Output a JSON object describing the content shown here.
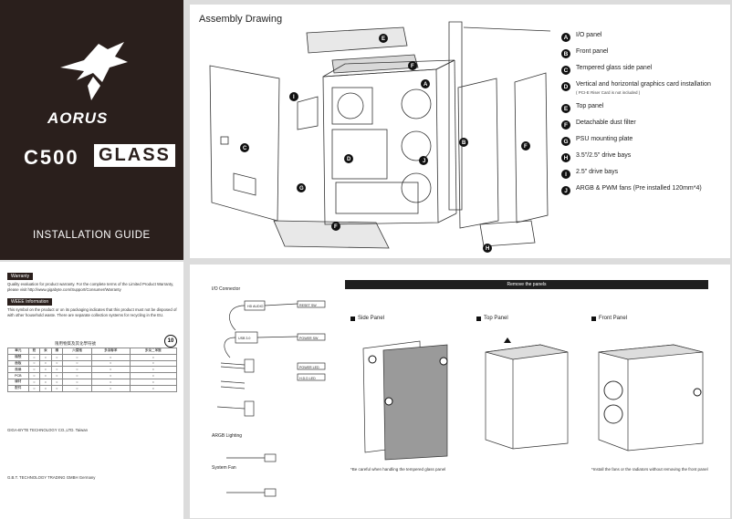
{
  "cover": {
    "brand": "AORUS",
    "model_prefix": "C500",
    "model_suffix": "GLASS",
    "subtitle": "INSTALLATION GUIDE"
  },
  "assembly": {
    "title": "Assembly Drawing",
    "legend": [
      {
        "key": "A",
        "text": "I/O panel",
        "note": ""
      },
      {
        "key": "B",
        "text": "Front panel",
        "note": ""
      },
      {
        "key": "C",
        "text": "Tempered glass side panel",
        "note": ""
      },
      {
        "key": "D",
        "text": "Vertical and horizontal graphics card installation",
        "note": "( PCI-E Riser Card is not included )"
      },
      {
        "key": "E",
        "text": "Top panel",
        "note": ""
      },
      {
        "key": "F",
        "text": "Detachable dust filter",
        "note": ""
      },
      {
        "key": "G",
        "text": "PSU mounting plate",
        "note": ""
      },
      {
        "key": "H",
        "text": "3.5\"/2.5\" drive bays",
        "note": ""
      },
      {
        "key": "I",
        "text": "2.5\" drive bays",
        "note": ""
      },
      {
        "key": "J",
        "text": "ARGB & PWM fans (Pre installed 120mm*4)",
        "note": ""
      }
    ]
  },
  "back": {
    "warranty_head": "Warranty",
    "warranty_text": "Quality evaluation for product warranty. For the complete terms of the Limited Product Warranty, please visit http://www.gigabyte.com/Support/Consumer/Warranty",
    "weee_head": "WEEE Information",
    "weee_text": "This symbol on the product or on its packaging indicates that this product must not be disposed of with other household waste. There are separate collection systems for recycling in the EU.",
    "table_title": "限用物質及其化學符號",
    "table_rows": [
      [
        "單元",
        "鉛",
        "汞",
        "鎘",
        "六價鉻",
        "多溴聯苯",
        "多溴二苯醚"
      ],
      [
        "機殼",
        "○",
        "○",
        "○",
        "○",
        "○",
        "○"
      ],
      [
        "面板",
        "○",
        "○",
        "○",
        "○",
        "○",
        "○"
      ],
      [
        "風扇",
        "○",
        "○",
        "○",
        "○",
        "○",
        "○"
      ],
      [
        "PCB",
        "○",
        "○",
        "○",
        "○",
        "○",
        "○"
      ],
      [
        "線材",
        "○",
        "○",
        "○",
        "○",
        "○",
        "○"
      ],
      [
        "配件",
        "○",
        "○",
        "○",
        "○",
        "○",
        "○"
      ]
    ],
    "badge_num": "10",
    "address_1": "GIGA-BYTE TECHNOLOGY CO.,LTD. Taiwan",
    "address_2": "G.B.T. TECHNOLOGY TRADING GMBH Germany"
  },
  "instructions": {
    "io_connector": "I/O Connector",
    "argb_lighting": "ARGB Lighting",
    "system_fan": "System Fan",
    "connectors": [
      "HD AUDIO",
      "USB 3.0",
      "POWER SW",
      "RESET SW",
      "POWER LED",
      "H.D.D LED"
    ],
    "remove_panels": "Remove the panels",
    "side_panel": "Side Panel",
    "top_panel": "Top Panel",
    "front_panel": "Front Panel",
    "side_caption": "*Be careful when handling the tempered glass panel",
    "front_caption": "*Install the fans or the radiators without removing the front panel"
  }
}
